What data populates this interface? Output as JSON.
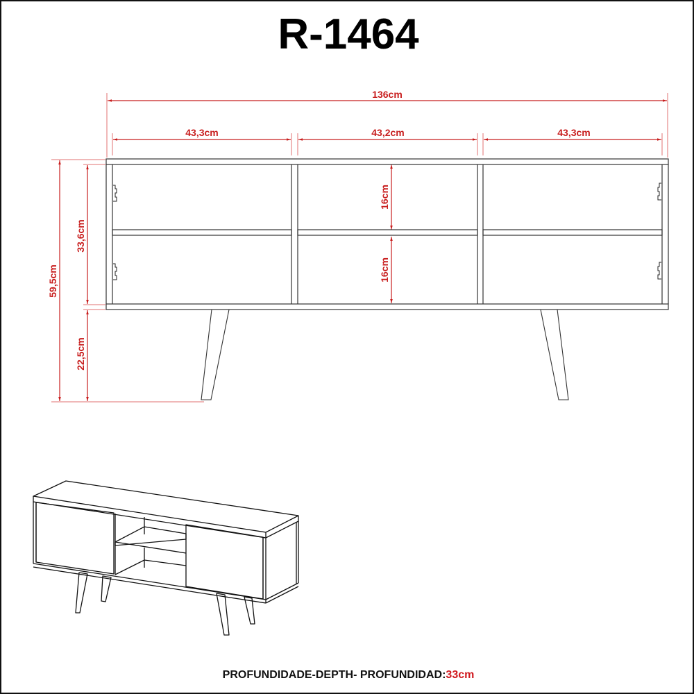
{
  "title": "R-1464",
  "dimensions": {
    "total_width": "136cm",
    "section_left_width": "43,3cm",
    "section_middle_width": "43,2cm",
    "section_right_width": "43,3cm",
    "total_height": "59,5cm",
    "body_height": "33,6cm",
    "leg_height": "22,5cm",
    "upper_niche_height": "16cm",
    "lower_niche_height": "16cm"
  },
  "footer": {
    "label": "PROFUNDIDADE-DEPTH- PROFUNDIDAD:",
    "value": "33cm"
  },
  "colors": {
    "dimension": "#c81e1e",
    "outline": "#333333",
    "text": "#000000"
  }
}
